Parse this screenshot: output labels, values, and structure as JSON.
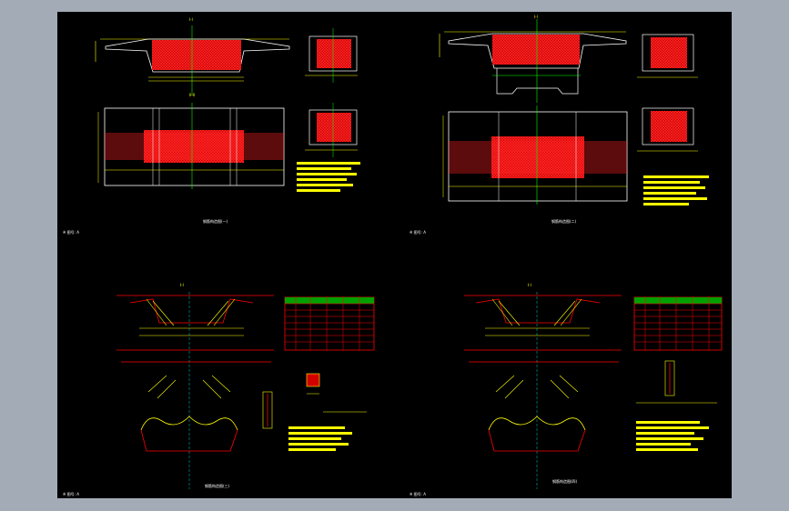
{
  "viewport": {
    "background": "#000000",
    "frame_color": "#a3acb6"
  },
  "colors": {
    "outline": "#ffffff",
    "rebar": "#ff0000",
    "dimension": "#ffff00",
    "centerline": "#00ff00",
    "table_border": "#ff0000",
    "table_fill": "#00a000",
    "axis": "#00ffff"
  },
  "sheets": [
    {
      "title": "钢筋构造图(一)",
      "footer": "※ 图号: A"
    },
    {
      "title": "钢筋构造图(二)",
      "footer": "※ 图号: A"
    },
    {
      "title": "钢筋构造图(三)",
      "footer": "※ 图号: A"
    },
    {
      "title": "钢筋构造图(四)",
      "footer": "※ 图号: A"
    }
  ]
}
